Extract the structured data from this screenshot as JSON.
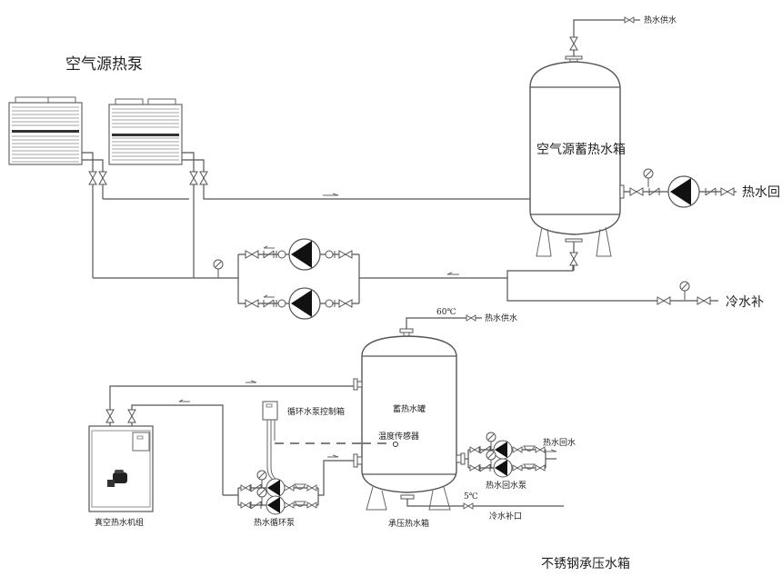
{
  "diagram": {
    "type": "hot-water-system-schematic",
    "upper_system": {
      "heat_pump_title": "空气源热泵",
      "storage_tank_label": "空气源蓄热水箱",
      "hot_supply_label": "热水供水",
      "hot_return_label": "热水回",
      "cold_makeup_label": "冷水补",
      "heat_pump_units": 2,
      "circulation_pumps": 2
    },
    "lower_system": {
      "tank_label": "蓄热水罐",
      "tank_caption": "承压热水箱",
      "supply_temp": "60℃",
      "supply_label": "热水供水",
      "sensor_label": "温度传感器",
      "control_box_label": "循环水泵控制箱",
      "boiler_label": "真空热水机组",
      "circ_pump_label": "热水循环泵",
      "return_label": "热水回水",
      "return_pump_label": "热水回水泵",
      "makeup_temp": "5℃",
      "makeup_label": "冷水补口"
    },
    "footer_title": "不锈钢承压水箱"
  }
}
